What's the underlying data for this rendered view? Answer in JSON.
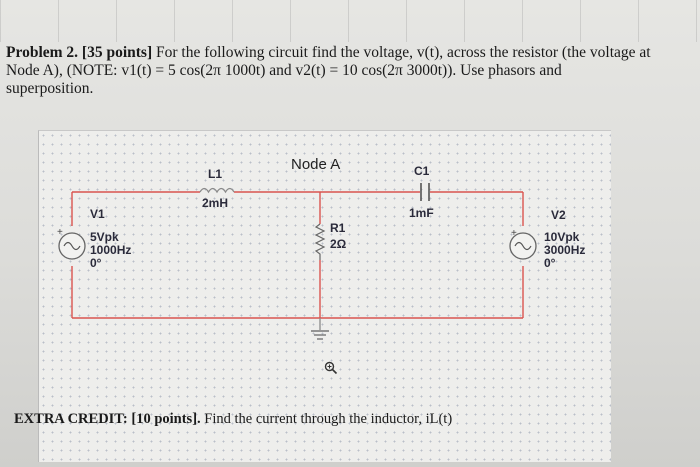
{
  "problem": {
    "heading": "Problem 2.",
    "points": "[35 points]",
    "line1_rest": "For the following circuit find the voltage, v(t), across the resistor (the voltage at",
    "line2": "Node A), (NOTE:  v1(t) = 5 cos(2π 1000t) and v2(t) = 10 cos(2π 3000t)).  Use phasors and",
    "line3": "superposition."
  },
  "circuit": {
    "node_label": "Node A",
    "inductor": {
      "name": "L1",
      "value": "2mH"
    },
    "capacitor": {
      "name": "C1",
      "value": "1mF"
    },
    "resistor": {
      "name": "R1",
      "value": "2Ω"
    },
    "source1": {
      "name": "V1",
      "amplitude": "5Vpk",
      "frequency": "1000Hz",
      "phase": "0°"
    },
    "source2": {
      "name": "V2",
      "amplitude": "10Vpk",
      "frequency": "3000Hz",
      "phase": "0°"
    },
    "wire_color": "#d9534f"
  },
  "extra_credit": {
    "heading": "EXTRA CREDIT:",
    "points": "[10 points].",
    "text": "Find the current through the inductor, iL(t)"
  }
}
